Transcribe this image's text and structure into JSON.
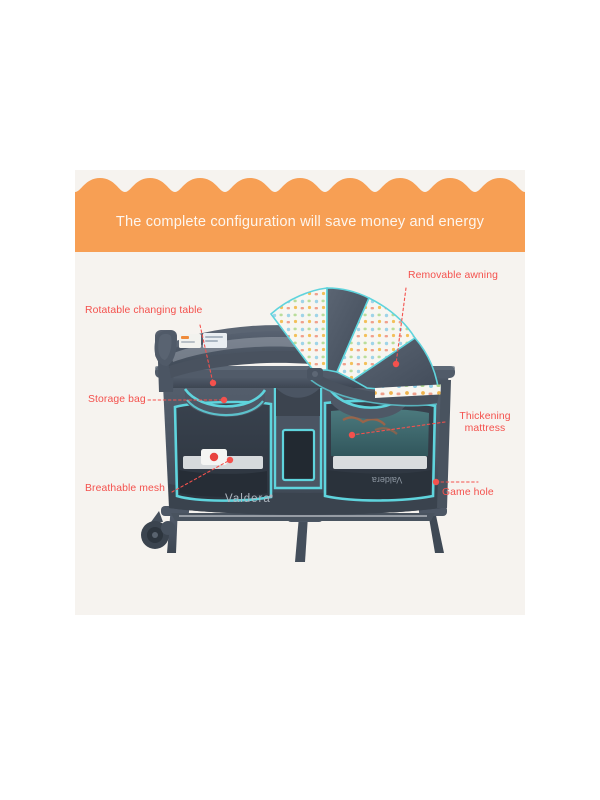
{
  "page": {
    "background": "#ffffff",
    "card_background": "#f6f3ef"
  },
  "banner": {
    "headline": "The complete configuration will save money and energy",
    "fill_color": "#f79f54",
    "text_color": "#fdf6ef"
  },
  "product": {
    "brand": "Valdera",
    "brand_inner": "Valdera",
    "frame_color": "#4a5360",
    "accent_color": "#5fd4dd",
    "mattress_color": "#3f4a57"
  },
  "callouts": {
    "marker_color": "#f4514d",
    "line_color": "#f4514d",
    "items": [
      {
        "id": "rotatable-changing-table",
        "label": "Rotatable changing table"
      },
      {
        "id": "removable-awning",
        "label": "Removable awning"
      },
      {
        "id": "storage-bag",
        "label": "Storage bag"
      },
      {
        "id": "thickening-mattress",
        "label": "Thickening mattress"
      },
      {
        "id": "breathable-mesh",
        "label": "Breathable mesh"
      },
      {
        "id": "game-hole",
        "label": "Game hole"
      }
    ]
  }
}
